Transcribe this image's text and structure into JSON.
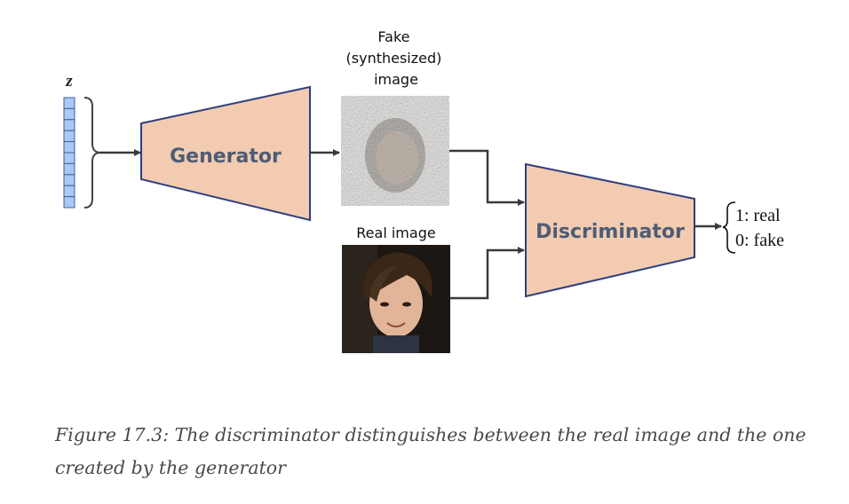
{
  "diagram": {
    "latent_label": "z",
    "generator_label": "Generator",
    "discriminator_label": "Discriminator",
    "fake_image_label": [
      "Fake",
      "(synthesized)",
      "image"
    ],
    "real_image_label": "Real image",
    "outputs": [
      "1: real",
      "0: fake"
    ],
    "colors": {
      "block_fill": "#f2cbb0",
      "block_stroke": "#2e3f7f",
      "latent_fill": "#a9c8f3",
      "latent_stroke": "#3e5f9e",
      "arrow": "#3a3a3a"
    }
  },
  "caption": "Figure 17.3: The discriminator distinguishes between the real image and the one created by the generator"
}
